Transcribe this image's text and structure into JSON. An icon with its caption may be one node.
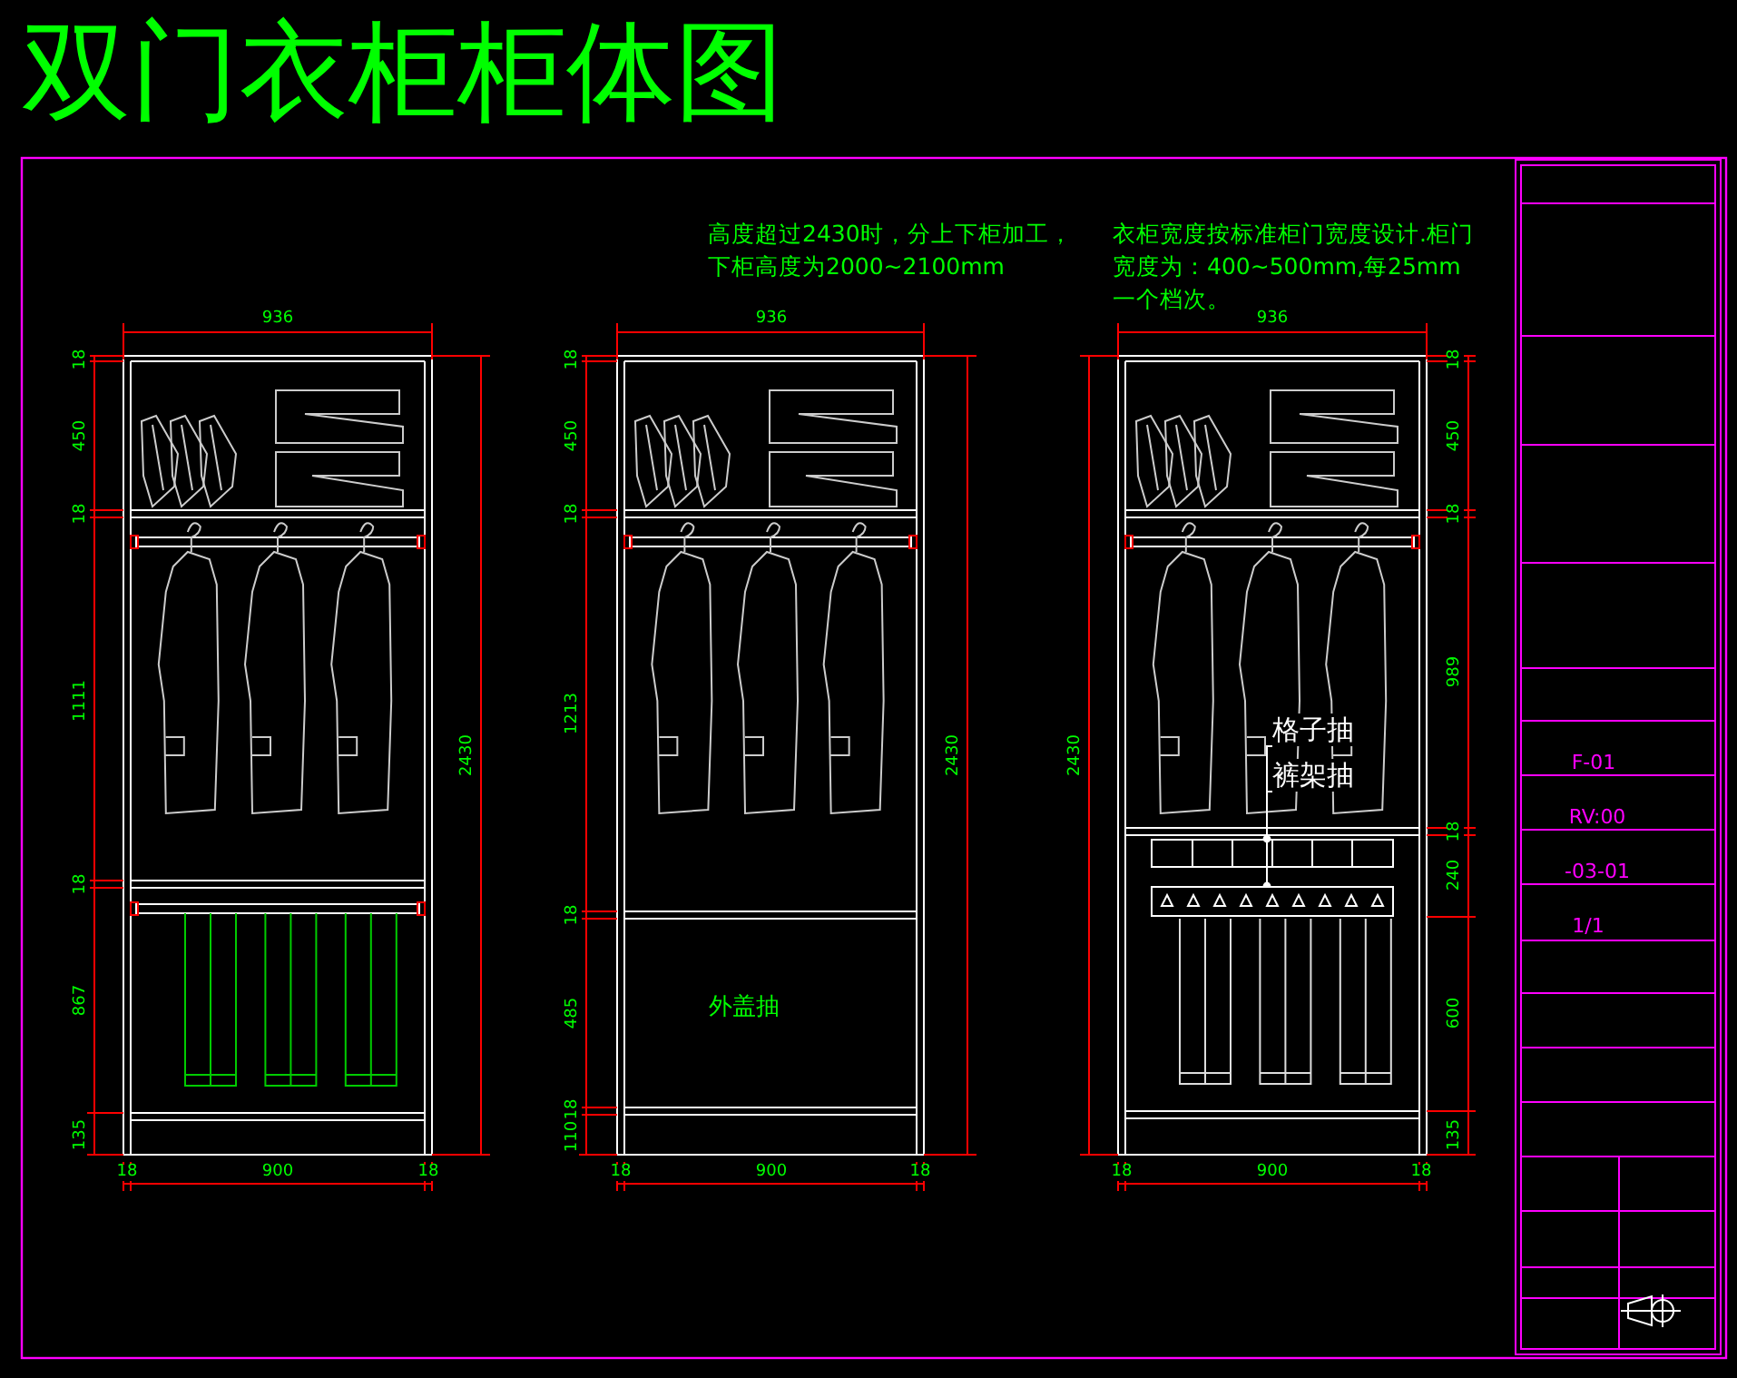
{
  "diagram": {
    "title": "双门衣柜柜体图",
    "nodes": [
      {
        "text": [
          "格子抽"
        ]
      },
      {
        "text": [
          "裤架抽"
        ]
      },
      {
        "text": [],
        "shape": "box"
      },
      {
        "text": [],
        "shape": "bar"
      }
    ],
    "edges": [
      {
        "from": 0,
        "to": 2,
        "arrow": "other"
      },
      {
        "from": 1,
        "to": 3,
        "arrow": "other"
      }
    ],
    "labels": [
      "高度超过2430时，分上下柜加工，下柜高度为2000~2100mm",
      "衣柜宽度按标准柜门宽度设计.柜门宽度为：400~500mm,每25mm一个档次。",
      "936",
      "18",
      "450",
      "18",
      "1111",
      "18",
      "867",
      "135",
      "2430",
      "18",
      "900",
      "18",
      "936",
      "18",
      "450",
      "18",
      "1213",
      "18",
      "485",
      "18",
      "110",
      "2430",
      "18",
      "900",
      "18",
      "外盖抽",
      "936",
      "2430",
      "18",
      "450",
      "18",
      "989",
      "18",
      "240",
      "600",
      "135",
      "18",
      "900",
      "18",
      "F-01",
      "RV:00",
      "-03-01",
      "1/1"
    ]
  }
}
